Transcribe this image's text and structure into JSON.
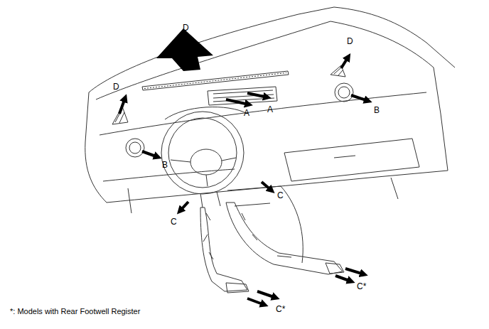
{
  "diagram": {
    "labels": [
      "D",
      "D",
      "D",
      "A",
      "A",
      "B",
      "B",
      "C",
      "C",
      "C*",
      "C*",
      "*: Models with Rear Footwell Register"
    ]
  }
}
